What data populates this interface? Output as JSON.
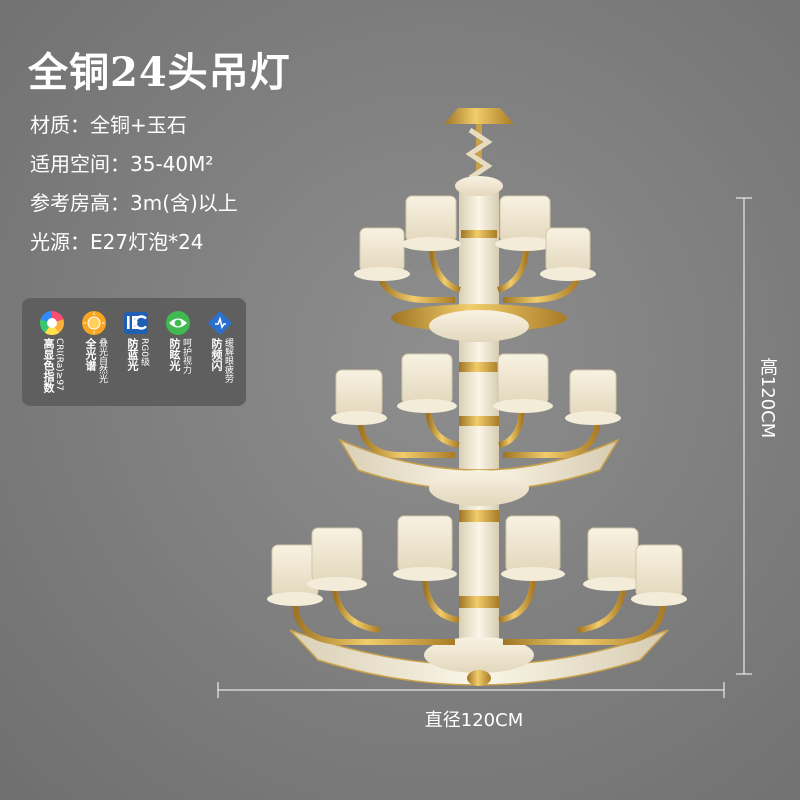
{
  "title": "全铜24头吊灯",
  "specs": [
    "材质：全铜+玉石",
    "适用空间：35-40M²",
    "参考房高：3m(含)以上",
    "光源：E27灯泡*24"
  ],
  "features": [
    {
      "line1": "CRI(Ra)≥97",
      "line2": "高显色指数",
      "icon": "color-wheel-icon"
    },
    {
      "line1": "叠光自然光",
      "line2": "全光谱",
      "icon": "sun-icon"
    },
    {
      "line1": "RG0级",
      "line2": "防蓝光",
      "icon": "iec-icon"
    },
    {
      "line1": "呵护视力",
      "line2": "防眩光",
      "icon": "eye-icon"
    },
    {
      "line1": "缓解眼疲劳",
      "line2": "防频闪",
      "icon": "flicker-diamond-icon"
    }
  ],
  "dimensions": {
    "height": "高120CM",
    "diameter": "直径120CM"
  },
  "colors": {
    "background": "#7f7f7f",
    "panel": "#5f5f5f",
    "brass": "#d4a53a",
    "jade": "#f1ead6"
  }
}
